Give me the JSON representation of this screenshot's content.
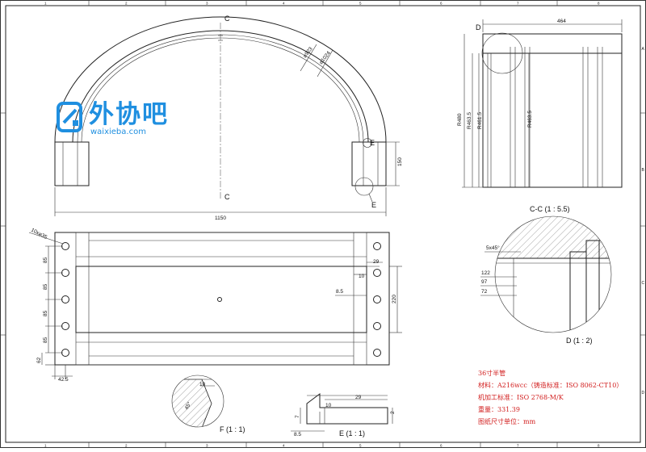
{
  "views": {
    "section_c_label": "C",
    "detail_d_label": "D",
    "detail_e_label": "E",
    "detail_f_label": "F",
    "section_title": "C-C  (1 : 5.5)",
    "detail_d_title": "D  (1 : 2)",
    "detail_f_title": "F  (1 : 1)",
    "detail_e_title": "E  (1 : 1)"
  },
  "dimensions": {
    "front": {
      "d923": "⌀923",
      "d1024": "⌀1024",
      "height150": "150",
      "width1150": "1150"
    },
    "top": {
      "holes": "10x⌀35",
      "p85": "85",
      "p62": "62",
      "w42_5": "42.5",
      "d10": "10",
      "d29": "29",
      "d8_5": "8.5",
      "d220": "220"
    },
    "section": {
      "w464": "464",
      "r480": "R480",
      "r463_5a": "R463.5",
      "r461_5": "R461.5",
      "r463_5b": "R463.5"
    },
    "detail_d": {
      "chamfer": "5x45°",
      "d122": "122",
      "d97": "97",
      "d72": "72"
    },
    "detail_f": {
      "d10": "10",
      "a45": "45°"
    },
    "detail_e": {
      "d29": "29",
      "d10": "10",
      "d7": "7",
      "d2": "2",
      "d8_5": "8.5"
    }
  },
  "border": {
    "cols_top": [
      "1",
      "2",
      "3",
      "4",
      "5",
      "6",
      "7",
      "8"
    ],
    "cols_bottom": [
      "1",
      "2",
      "3",
      "4",
      "5",
      "6",
      "7",
      "8"
    ],
    "rows_right": [
      "A",
      "B",
      "C",
      "D"
    ]
  },
  "notes": [
    "36寸半管",
    "材料：A216wcc（铸造标准：ISO 8062-CT10）",
    "机加工标准：ISO 2768-M/K",
    "重量：331.39",
    "图纸尺寸单位：mm"
  ],
  "watermark": {
    "name": "外协吧",
    "url": "waixieba.com"
  },
  "colors": {
    "note": "#d21f1f",
    "watermark": "#1f8fe0"
  }
}
